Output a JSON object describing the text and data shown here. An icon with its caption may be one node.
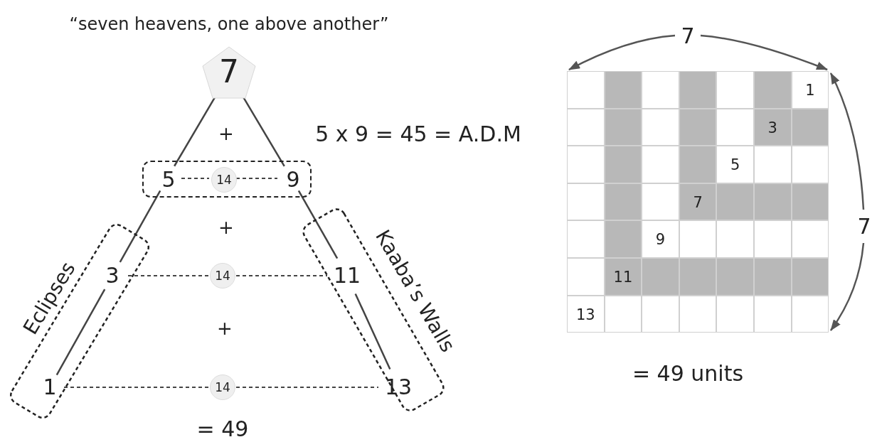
{
  "diagram": {
    "title": "“seven heavens, one above another”",
    "nodes": [
      {
        "text": [
          "7"
        ]
      },
      {
        "text": [],
        "shape": "box"
      },
      {
        "text": [
          "5"
        ],
        "in": 1
      },
      {
        "text": [
          "14"
        ],
        "in": 1
      },
      {
        "text": [
          "9"
        ],
        "in": 1
      },
      {
        "text": [
          "Eclipses"
        ]
      },
      {
        "text": [
          "3"
        ],
        "in": 5
      },
      {
        "text": [
          "14"
        ]
      },
      {
        "text": [
          "Kaaba’s Walls"
        ]
      },
      {
        "text": [
          "11"
        ],
        "in": 8
      },
      {
        "text": [
          "1"
        ],
        "in": 5
      },
      {
        "text": [
          "14"
        ]
      },
      {
        "text": [
          "13"
        ],
        "in": 8
      }
    ],
    "edges": [
      {
        "from": 0,
        "to": 2,
        "arrow": "none"
      },
      {
        "from": 0,
        "to": 4,
        "arrow": "none"
      },
      {
        "from": 2,
        "to": 3,
        "arrow": "none",
        "style": "dashed"
      },
      {
        "from": 3,
        "to": 4,
        "arrow": "none",
        "style": "dashed"
      },
      {
        "from": 2,
        "to": 6,
        "arrow": "none"
      },
      {
        "from": 4,
        "to": 9,
        "arrow": "none"
      },
      {
        "from": 6,
        "to": 7,
        "arrow": "none",
        "style": "dashed"
      },
      {
        "from": 7,
        "to": 9,
        "arrow": "none",
        "style": "dashed"
      },
      {
        "from": 6,
        "to": 10,
        "arrow": "none"
      },
      {
        "from": 9,
        "to": 12,
        "arrow": "none"
      },
      {
        "from": 10,
        "to": 11,
        "arrow": "none",
        "style": "dashed"
      },
      {
        "from": 11,
        "to": 12,
        "arrow": "none",
        "style": "dashed"
      }
    ],
    "labels": [
      "+",
      "5 x 9 = 45 = A.D.M",
      "+",
      "+",
      "= 49",
      "7",
      "1",
      "3",
      "5",
      "7",
      "7",
      "9",
      "11",
      "13",
      "= 49 units"
    ]
  }
}
